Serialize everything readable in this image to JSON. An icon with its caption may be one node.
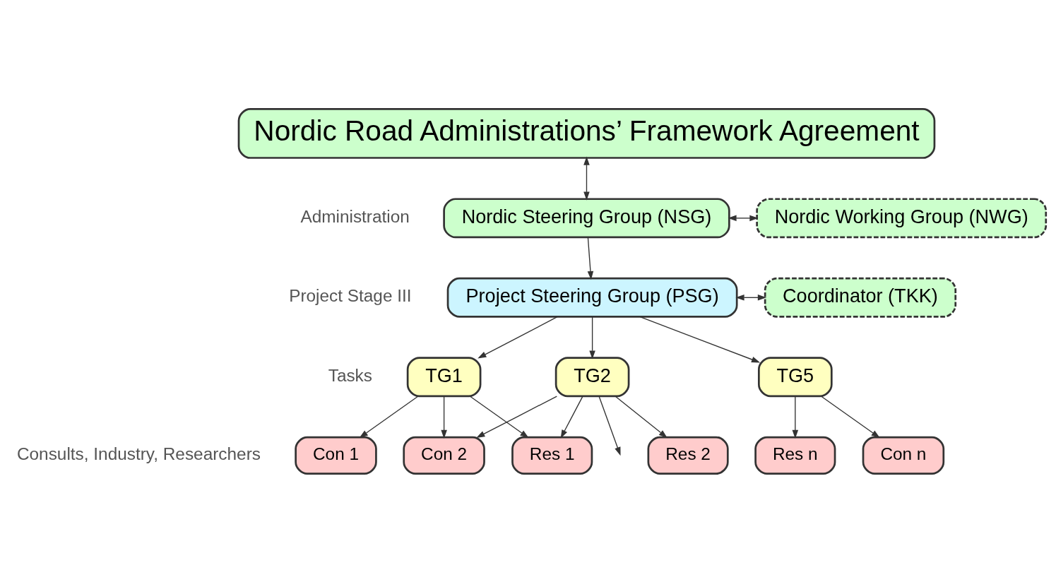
{
  "diagram": {
    "nodes": [
      {
        "text": [
          "Nordic Road Administrations’ Framework Agreement"
        ]
      },
      {
        "text": [
          "Nordic Steering Group (NSG)"
        ]
      },
      {
        "text": [
          "Nordic Working Group (NWG)"
        ]
      },
      {
        "text": [
          "Project Steering Group (PSG)"
        ]
      },
      {
        "text": [
          "Coordinator (TKK)"
        ]
      },
      {
        "text": [
          "TG1"
        ]
      },
      {
        "text": [
          "TG2"
        ]
      },
      {
        "text": [
          "TG5"
        ]
      },
      {
        "text": [
          "Con 1"
        ]
      },
      {
        "text": [
          "Res 1"
        ]
      },
      {
        "text": [
          "Con 2"
        ]
      },
      {
        "text": [
          "Res 2"
        ]
      },
      {
        "text": [
          "Con n"
        ]
      },
      {
        "text": [
          "Res n"
        ]
      }
    ],
    "edges": [
      {
        "from": 0,
        "to": 1,
        "arrow": "both"
      },
      {
        "from": 1,
        "to": 2,
        "arrow": "both"
      },
      {
        "from": 1,
        "to": 3,
        "arrow": "to"
      },
      {
        "from": 3,
        "to": 4,
        "arrow": "both"
      },
      {
        "from": 3,
        "to": 5,
        "arrow": "to"
      },
      {
        "from": 3,
        "to": 6,
        "arrow": "to"
      },
      {
        "from": 3,
        "to": 7,
        "arrow": "to"
      },
      {
        "from": 5,
        "to": 8,
        "arrow": "to"
      },
      {
        "from": 5,
        "to": 9,
        "arrow": "to"
      },
      {
        "from": 5,
        "to": 10,
        "arrow": "to"
      },
      {
        "from": 6,
        "to": 9,
        "arrow": "to"
      },
      {
        "from": 6,
        "to": 10,
        "arrow": "to"
      },
      {
        "from": 6,
        "to": 11,
        "arrow": "to"
      },
      {
        "from": 6,
        "to": null,
        "arrow": "to"
      },
      {
        "from": 7,
        "to": 12,
        "arrow": "to"
      },
      {
        "from": 7,
        "to": 13,
        "arrow": "to"
      }
    ],
    "labels": [
      "Administration",
      "Project Stage III",
      "Tasks",
      "Consults, Industry, Researchers"
    ]
  }
}
